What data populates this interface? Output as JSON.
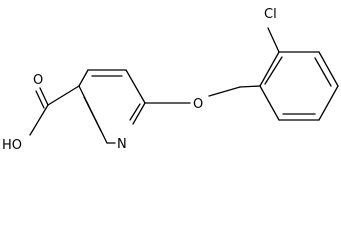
{
  "structure": {
    "atoms": {
      "chlorine": "Cl",
      "ether_oxygen": "O",
      "pyridine_nitrogen": "N",
      "carbonyl_oxygen": "O",
      "hydroxyl": "HO"
    }
  }
}
